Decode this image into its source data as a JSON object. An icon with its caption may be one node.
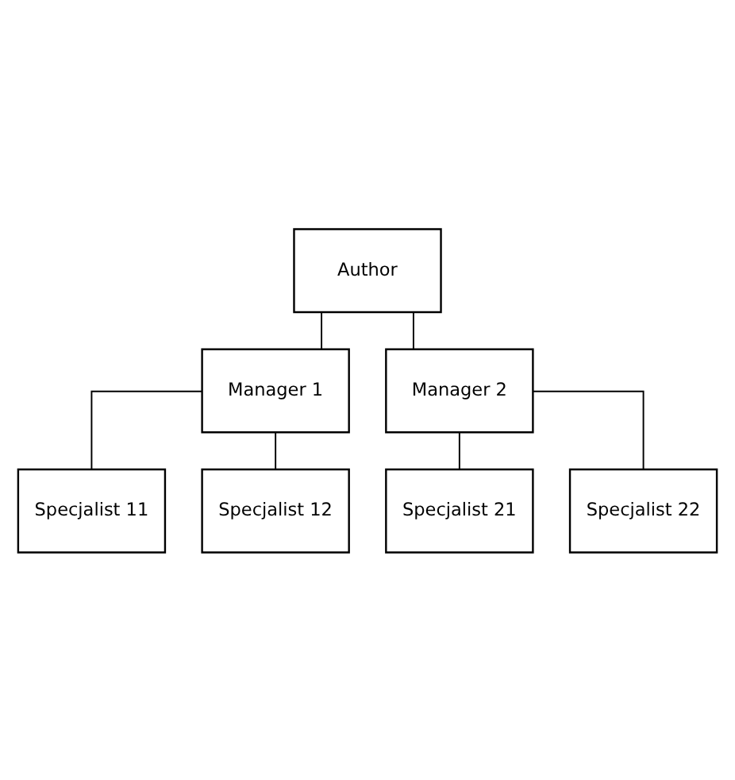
{
  "diagram": {
    "nodes": [
      {
        "text": [
          "Author"
        ]
      },
      {
        "text": [
          "Manager 1"
        ]
      },
      {
        "text": [
          "Manager 2"
        ]
      },
      {
        "text": [
          "Specjalist 11"
        ]
      },
      {
        "text": [
          "Specjalist 12"
        ]
      },
      {
        "text": [
          "Specjalist 21"
        ]
      },
      {
        "text": [
          "Specjalist 22"
        ]
      }
    ],
    "edges": [
      {
        "from": 0,
        "to": 1,
        "arrow": "none"
      },
      {
        "from": 0,
        "to": 2,
        "arrow": "none"
      },
      {
        "from": 1,
        "to": 3,
        "arrow": "none"
      },
      {
        "from": 1,
        "to": 4,
        "arrow": "none"
      },
      {
        "from": 2,
        "to": 5,
        "arrow": "none"
      },
      {
        "from": 2,
        "to": 6,
        "arrow": "none"
      }
    ]
  }
}
